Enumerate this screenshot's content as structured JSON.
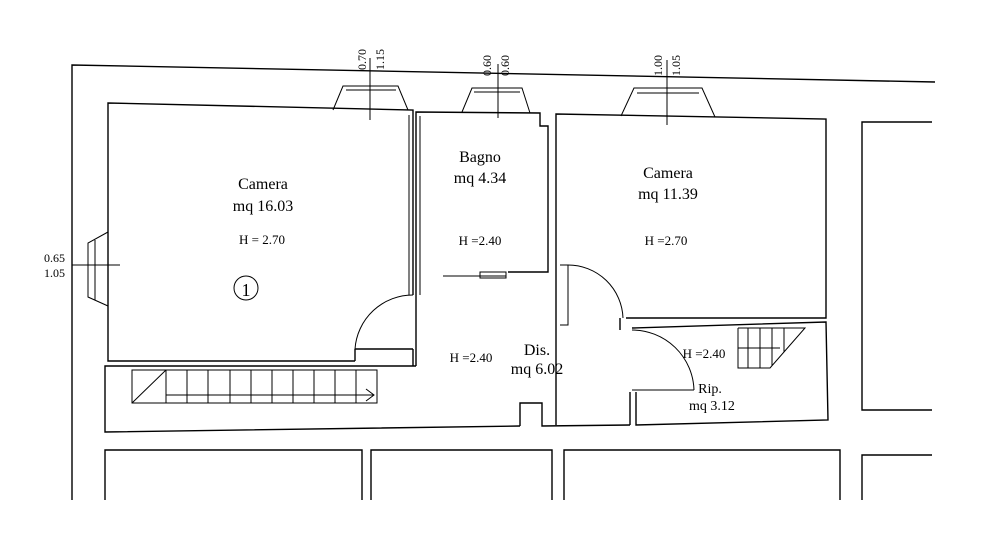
{
  "rooms": [
    {
      "id": "camera-1",
      "name": "Camera",
      "area": "mq 16.03",
      "height": "H = 2.70"
    },
    {
      "id": "bagno",
      "name": "Bagno",
      "area": "mq 4.34",
      "height": "H =2.40"
    },
    {
      "id": "camera-2",
      "name": "Camera",
      "area": "mq 11.39",
      "height": "H =2.70"
    },
    {
      "id": "dis",
      "name": "Dis.",
      "area": "mq 6.02",
      "height": "H =2.40"
    },
    {
      "id": "rip",
      "name": "Rip.",
      "area": "mq 3.12",
      "height": "H =2.40"
    }
  ],
  "windows": [
    {
      "id": "window-1",
      "width": "0.70",
      "height": "1.15"
    },
    {
      "id": "window-2",
      "width": "0.60",
      "height": "0.60"
    },
    {
      "id": "window-3",
      "width": "1.00",
      "height": "1.05"
    },
    {
      "id": "window-4",
      "width": "0.65",
      "height": "1.05"
    }
  ],
  "marker": "1"
}
